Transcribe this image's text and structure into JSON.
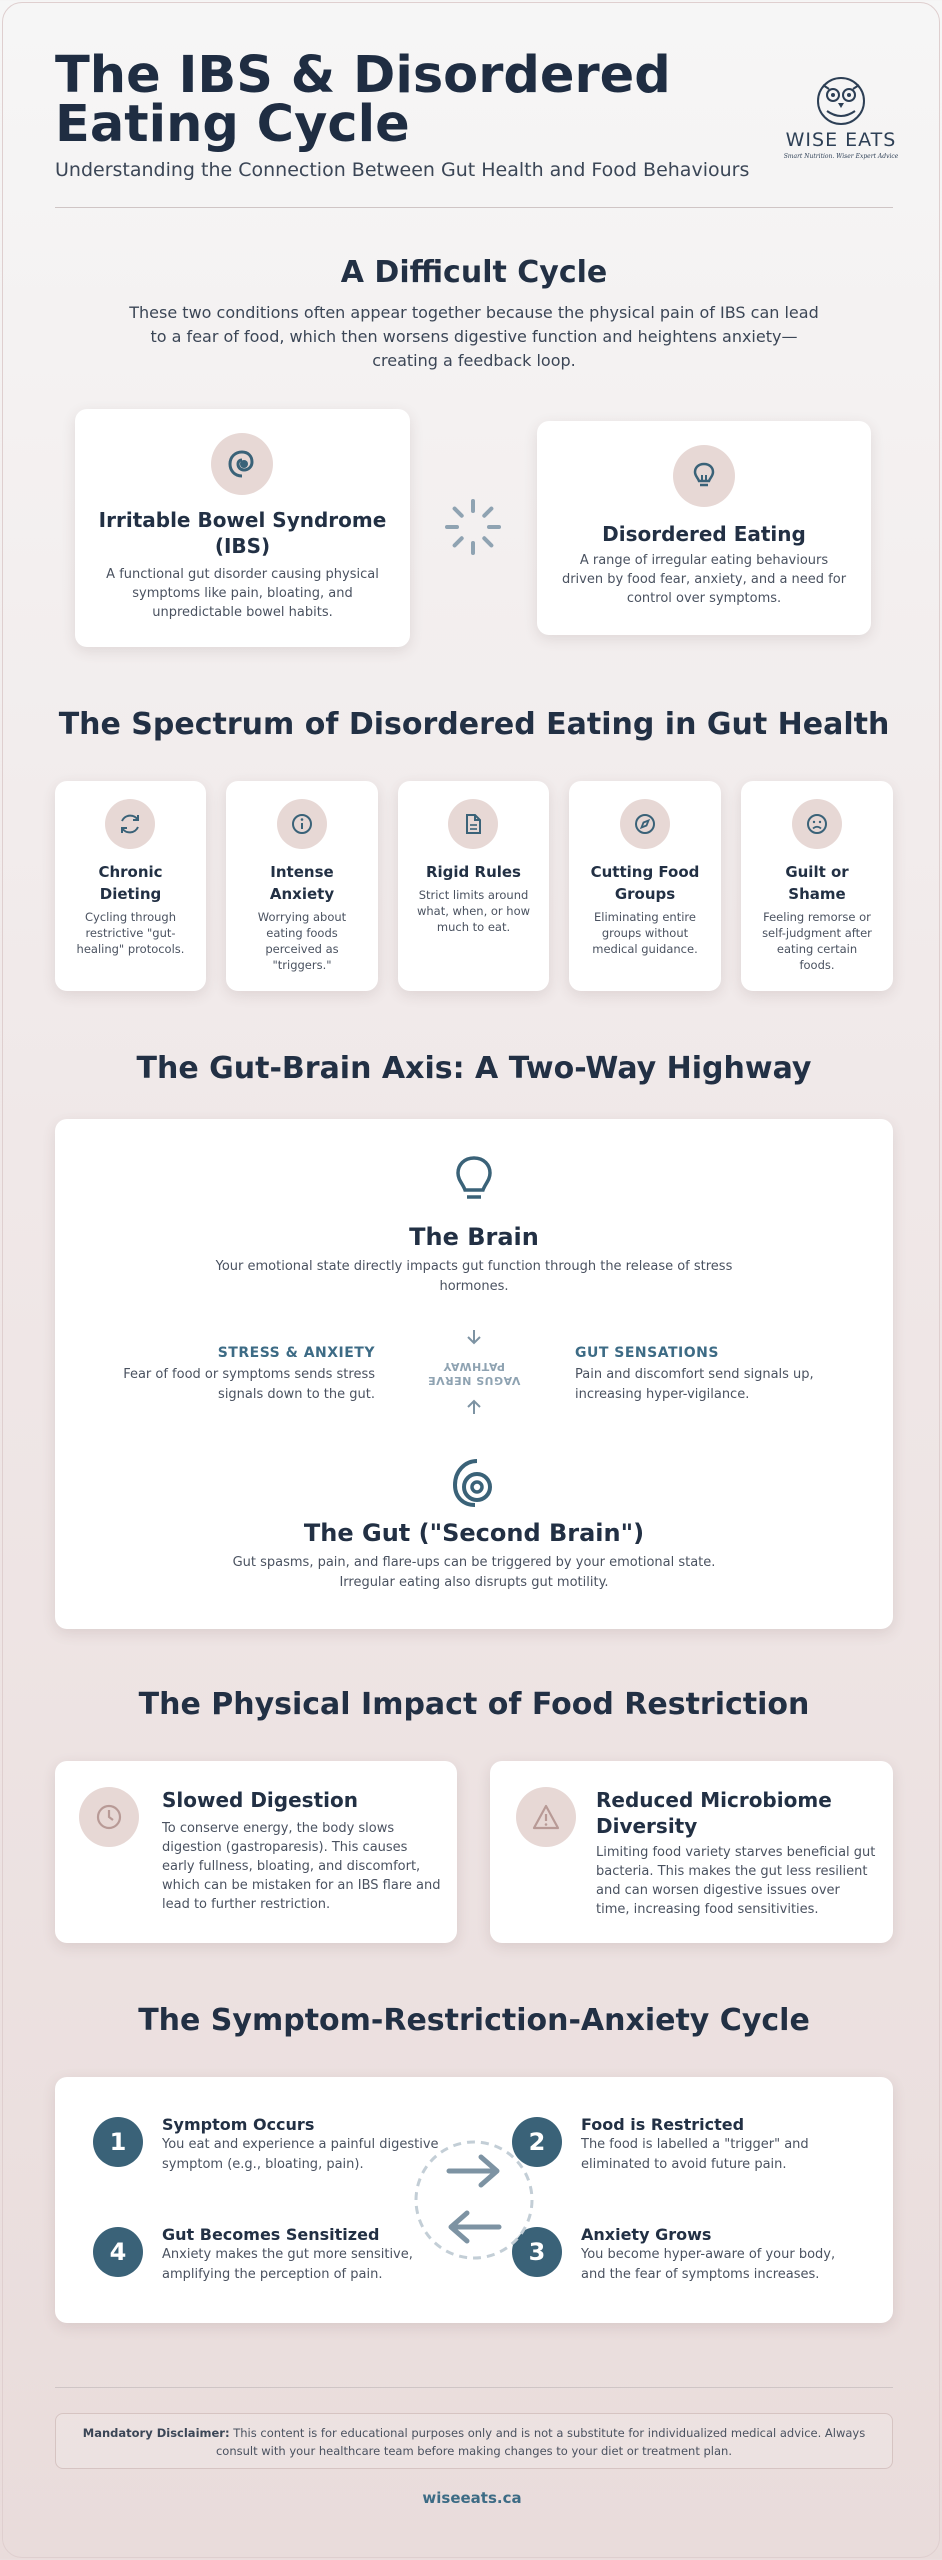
{
  "header": {
    "title": "The IBS & Disordered Eating Cycle",
    "subtitle": "Understanding the Connection Between Gut Health and Food Behaviours",
    "logo_text": "WISE EATS",
    "logo_tagline": "Smart Nutrition. Wiser Expert Advice"
  },
  "difficult_cycle": {
    "title": "A Difficult Cycle",
    "intro": "These two conditions often appear together because the physical pain of IBS can lead to a fear of food, which then worsens digestive function and heightens anxiety—creating a feedback loop.",
    "ibs": {
      "title": "Irritable Bowel Syndrome (IBS)",
      "desc": "A functional gut disorder causing physical symptoms like pain, bloating, and unpredictable bowel habits.",
      "icon": "spiral-icon"
    },
    "disordered": {
      "title": "Disordered Eating",
      "desc": "A range of irregular eating behaviours driven by food fear, anxiety, and a need for control over symptoms.",
      "icon": "lightbulb-icon"
    }
  },
  "spectrum": {
    "title": "The Spectrum of Disordered Eating in Gut Health",
    "items": [
      {
        "title": "Chronic Dieting",
        "desc": "Cycling through restrictive \"gut-healing\" protocols.",
        "icon": "refresh-icon"
      },
      {
        "title": "Intense Anxiety",
        "desc": "Worrying about eating foods perceived as \"triggers.\"",
        "icon": "info-icon"
      },
      {
        "title": "Rigid Rules",
        "desc": "Strict limits around what, when, or how much to eat.",
        "icon": "document-icon"
      },
      {
        "title": "Cutting Food Groups",
        "desc": "Eliminating entire groups without medical guidance.",
        "icon": "compass-icon"
      },
      {
        "title": "Guilt or Shame",
        "desc": "Feeling remorse or self-judgment after eating certain foods.",
        "icon": "sad-face-icon"
      }
    ]
  },
  "gut_brain": {
    "title": "The Gut-Brain Axis: A Two-Way Highway",
    "brain_title": "The Brain",
    "brain_desc": "Your emotional state directly impacts gut function through the release of stress hormones.",
    "left_label": "STRESS & ANXIETY",
    "left_desc": "Fear of food or symptoms sends stress signals down to the gut.",
    "center_label": "VAGUS NERVE PATHWAY",
    "right_label": "GUT SENSATIONS",
    "right_desc": "Pain and discomfort send signals up, increasing hyper-vigilance.",
    "gut_title": "The Gut (\"Second Brain\")",
    "gut_desc": "Gut spasms, pain, and flare-ups can be triggered by your emotional state. Irregular eating also disrupts gut motility."
  },
  "impact": {
    "title": "The Physical Impact of Food Restriction",
    "items": [
      {
        "title": "Slowed Digestion",
        "desc": "To conserve energy, the body slows digestion (gastroparesis). This causes early fullness, bloating, and discomfort, which can be mistaken for an IBS flare and lead to further restriction.",
        "icon": "clock-icon"
      },
      {
        "title": "Reduced Microbiome Diversity",
        "desc": "Limiting food variety starves beneficial gut bacteria. This makes the gut less resilient and can worsen digestive issues over time, increasing food sensitivities.",
        "icon": "warning-icon"
      }
    ]
  },
  "cycle": {
    "title": "The Symptom-Restriction-Anxiety Cycle",
    "steps": [
      {
        "num": "1",
        "title": "Symptom Occurs",
        "desc": "You eat and experience a painful digestive symptom (e.g., bloating, pain)."
      },
      {
        "num": "2",
        "title": "Food is Restricted",
        "desc": "The food is labelled a \"trigger\" and eliminated to avoid future pain."
      },
      {
        "num": "3",
        "title": "Anxiety Grows",
        "desc": "You become hyper-aware of your body, and the fear of symptoms increases."
      },
      {
        "num": "4",
        "title": "Gut Becomes Sensitized",
        "desc": "Anxiety makes the gut more sensitive, amplifying the perception of pain."
      }
    ]
  },
  "footer": {
    "disclaimer_label": "Mandatory Disclaimer:",
    "disclaimer_text": "This content is for educational purposes only and is not a substitute for individualized medical advice. Always consult with your healthcare team before making changes to your diet or treatment plan.",
    "website": "wiseeats.ca"
  },
  "colors": {
    "accent": "#3a6278",
    "heading": "#223044",
    "soft_circle": "#e7d8d5",
    "warm_icon": "#b89a96"
  }
}
